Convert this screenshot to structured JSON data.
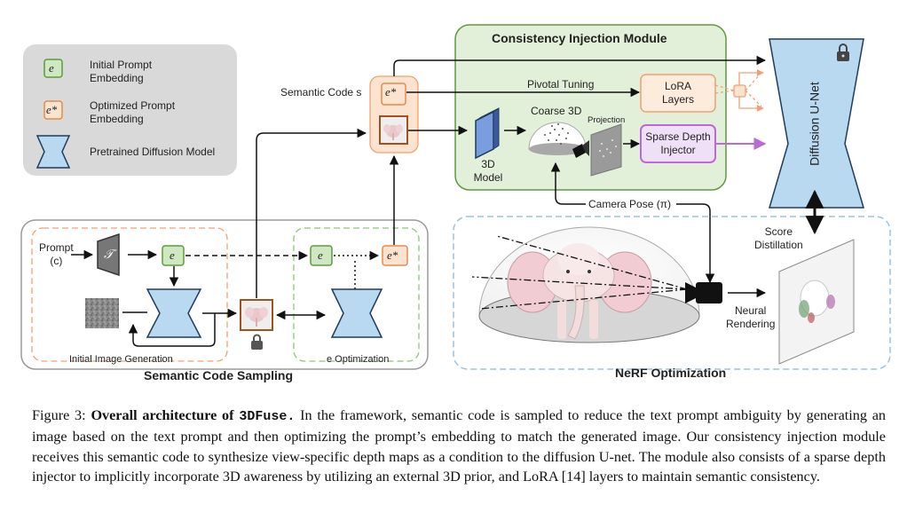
{
  "legend": {
    "initial_symbol": "e",
    "initial_label": "Initial Prompt\nEmbedding",
    "optimized_symbol": "e*",
    "optimized_label": "Optimized Prompt\nEmbedding",
    "pretrained_label": "Pretrained Diffusion Model"
  },
  "semantic_code_label": "Semantic Code s",
  "cim": {
    "title": "Consistency Injection Module",
    "pivotal_tuning": "Pivotal Tuning",
    "lora": "LoRA\nLayers",
    "coarse_3d": "Coarse 3D",
    "projection": "Projection",
    "model_3d": "3D\nModel",
    "sparse_depth": "Sparse Depth\nInjector"
  },
  "unet_label": "Diffusion U-Net",
  "camera_pose": "Camera Pose (π)",
  "score_distillation": "Score\nDistillation",
  "neural_rendering": "Neural\nRendering",
  "nerf_title": "NeRF Optimization",
  "scs": {
    "title": "Semantic Code Sampling",
    "prompt": "Prompt\n(c)",
    "tau": "𝒯",
    "e": "e",
    "e_star": "e*",
    "initial_image_generation": "Initial Image Generation",
    "e_optimization": "e Optimization"
  },
  "caption": {
    "prefix": "Figure 3: ",
    "bold_lead": "Overall architecture of ",
    "mono_name": "3DFuse.",
    "body": " In the framework, semantic code is sampled to reduce the text prompt ambiguity by generating an image based on the text prompt and then optimizing the prompt’s embedding to match the generated image. Our consistency injection module receives this semantic code to synthesize view-specific depth maps as a condition to the diffusion U-net. The module also consists of a sparse depth injector to implicitly incorporate 3D awareness by utilizing an external 3D prior, and LoRA [14] layers to maintain semantic consistency."
  },
  "colors": {
    "green_box": "#e2efd9",
    "green_border": "#5e9a3e",
    "orange": "#e48b4b",
    "blue_unet": "#b9d9f0",
    "purple": "#b86ad6",
    "gray_legend": "#d9d9d9"
  }
}
